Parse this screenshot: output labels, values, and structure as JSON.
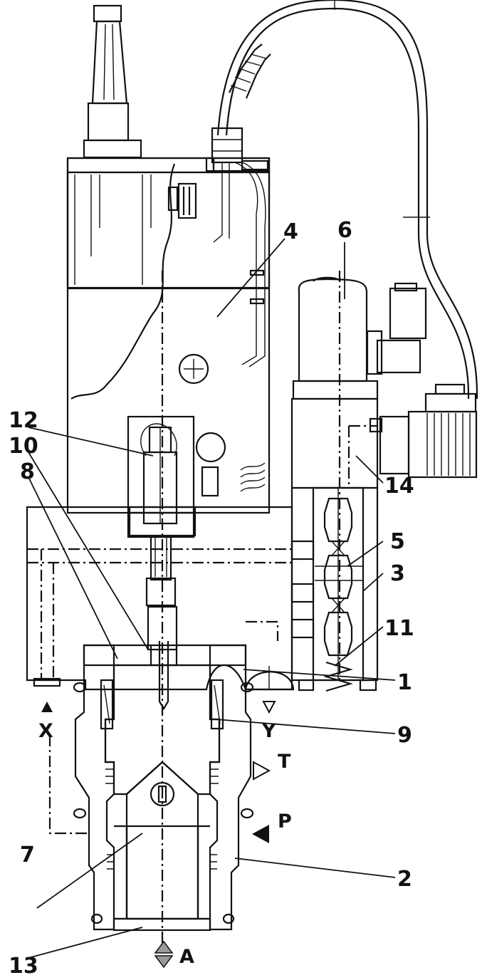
{
  "diagram": {
    "part_labels": [
      "1",
      "2",
      "3",
      "4",
      "5",
      "6",
      "7",
      "8",
      "9",
      "10",
      "11",
      "12",
      "13",
      "14"
    ],
    "port_labels": {
      "x": "X",
      "y": "Y",
      "t": "T",
      "p": "P",
      "a": "A"
    },
    "colors": {
      "line": "#111111",
      "housing_fill": "#a9a9a9",
      "body_fill": "#bdbdbd",
      "light_fill": "#d9d9d9",
      "background": "#ffffff"
    }
  }
}
